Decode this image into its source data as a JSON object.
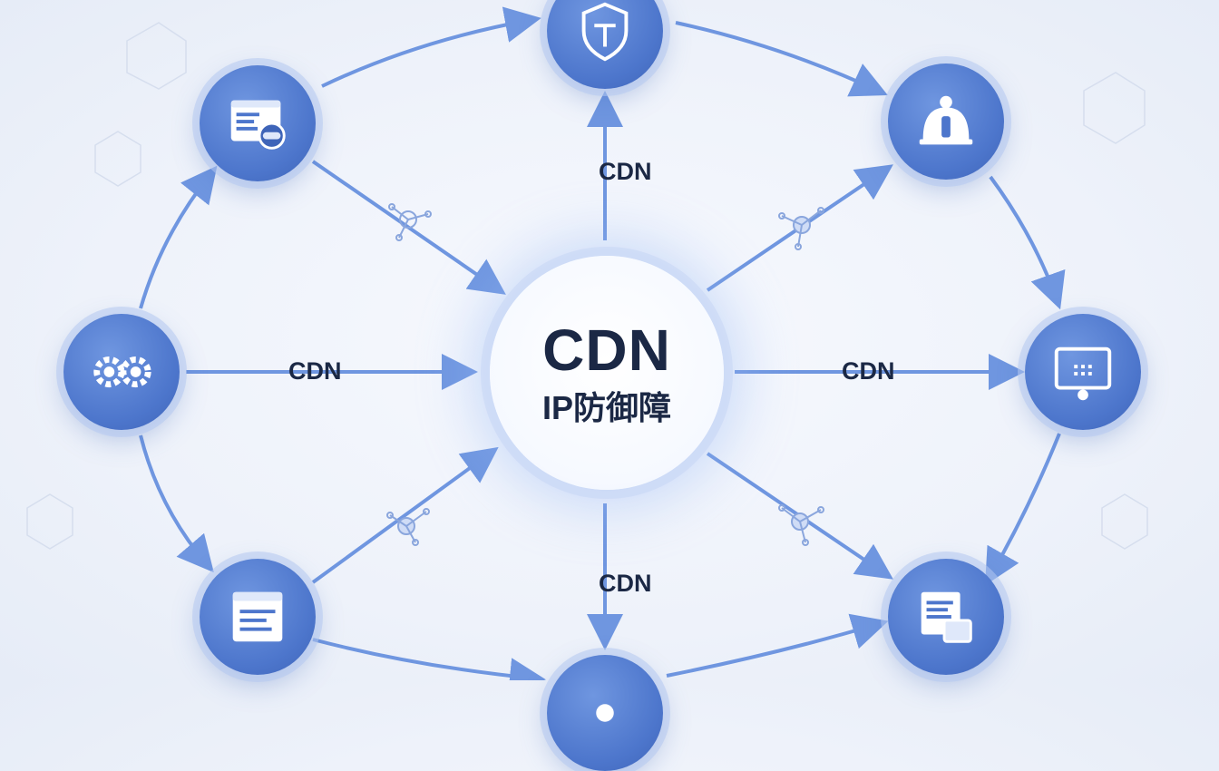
{
  "center": {
    "title": "CDN",
    "subtitle": "IP防御障"
  },
  "edge_labels": {
    "top": "CDN",
    "left": "CDN",
    "right": "CDN",
    "bottom": "CDN"
  },
  "nodes": [
    {
      "id": "top",
      "icon": "shield-icon"
    },
    {
      "id": "top-left",
      "icon": "browser-window-icon"
    },
    {
      "id": "top-right",
      "icon": "server-dome-icon"
    },
    {
      "id": "left",
      "icon": "gears-icon"
    },
    {
      "id": "right",
      "icon": "monitor-icon"
    },
    {
      "id": "bottom-left",
      "icon": "document-window-icon"
    },
    {
      "id": "bottom-right",
      "icon": "stacked-windows-icon"
    },
    {
      "id": "bottom",
      "icon": "node-icon"
    }
  ],
  "colors": {
    "node": "#4d76cc",
    "arrow": "#6f96e0",
    "text": "#1b2845",
    "center": "#ffffff"
  }
}
